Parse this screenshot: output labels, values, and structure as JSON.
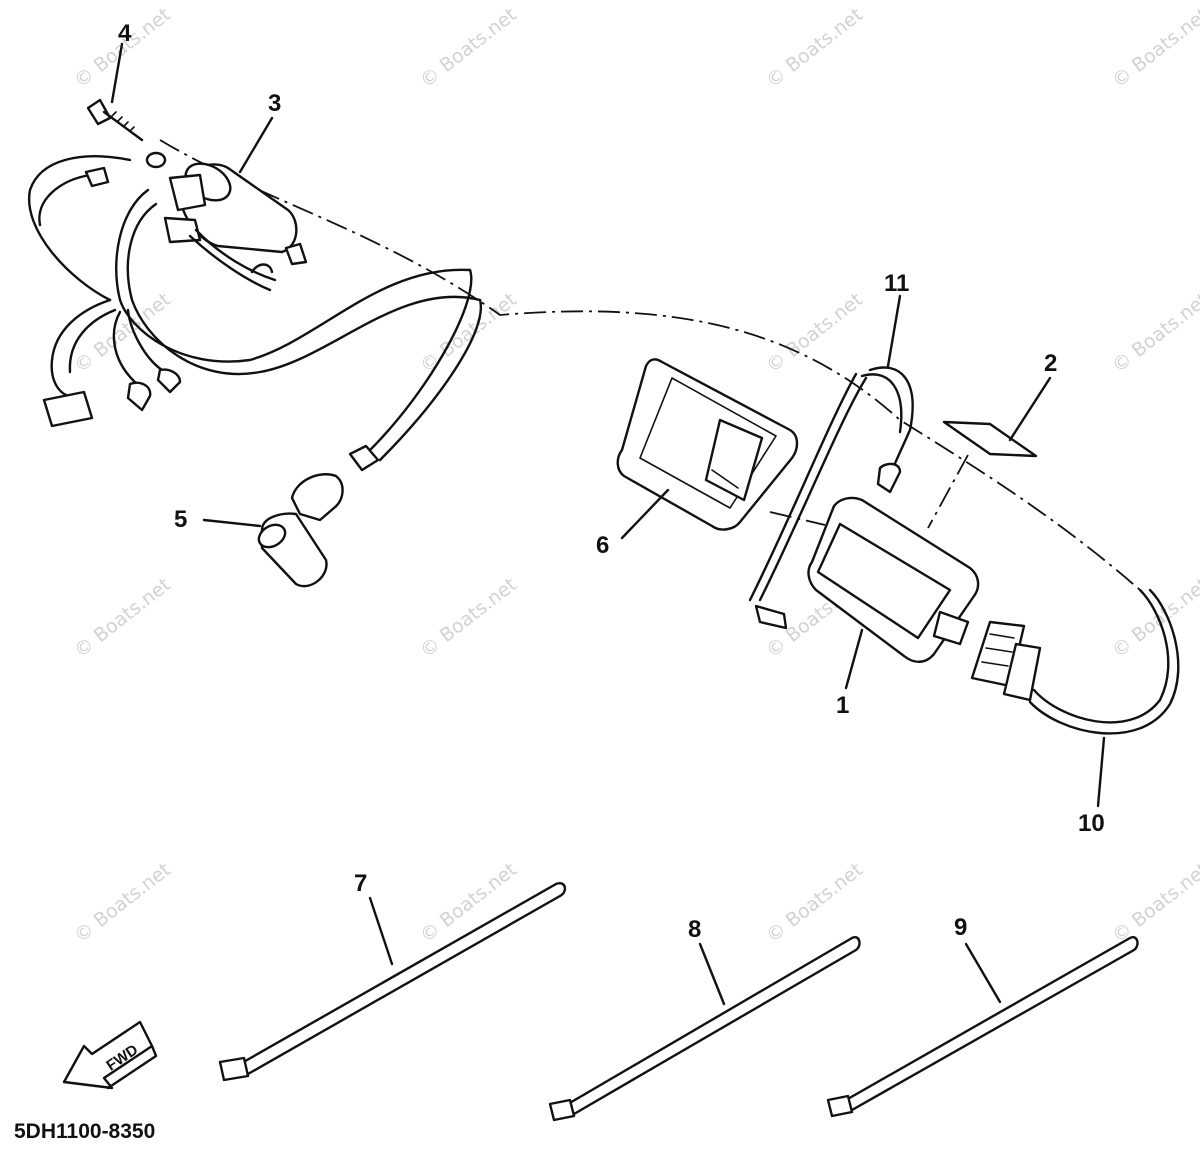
{
  "watermark": "© Boats.net",
  "part_number": "5DH1100-8350",
  "fwd_label": "FWD",
  "callouts": [
    "1",
    "2",
    "3",
    "4",
    "5",
    "6",
    "7",
    "8",
    "9",
    "10",
    "11"
  ]
}
